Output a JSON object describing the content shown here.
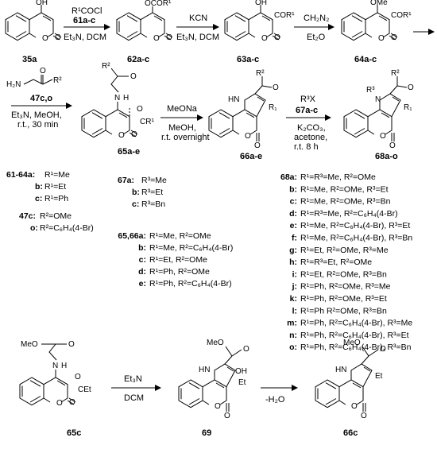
{
  "compounds": {
    "c35a": "35a",
    "c62": "62a-c",
    "c63": "63a-c",
    "c64": "64a-c",
    "c65": "65a-e",
    "c66": "66a-e",
    "c68": "68a-o",
    "c65c": "65c",
    "c69": "69",
    "c66c": "66c"
  },
  "reagents": {
    "step1_top_a": "R¹COCl",
    "step1_top_b": "61a-c",
    "step1_bottom": "Et₃N, DCM",
    "step2_top": "KCN",
    "step2_bottom": "Et₃N, DCM",
    "step3_top": "CH₂N₂",
    "step3_bottom": "Et₂O",
    "step4_top": "47c,o",
    "step4_bottom_a": "Et₃N, MeOH,",
    "step4_bottom_b": "r.t., 30 min",
    "step5_top": "MeONa",
    "step5_bottom_a": "MeOH,",
    "step5_bottom_b": "r.t. overnight",
    "step6_top_a": "R³X",
    "step6_top_b": "67a-c",
    "step6_bottom_a": "K₂CO₃,",
    "step6_bottom_b": "acetone,",
    "step6_bottom_c": "r.t. 8 h",
    "step7_top": "Et₃N",
    "step7_bottom": "DCM",
    "step8_top": "-H₂O"
  },
  "atoms": {
    "OH": "OH",
    "O": "O",
    "OMe": "OMe",
    "OCOR1": "OCOR¹",
    "COR1": "COR¹",
    "CR1": "CR¹",
    "H2N": "H₂N",
    "R1": "R¹",
    "R1sub": "R₁",
    "R2": "R²",
    "R3": "R³",
    "N": "N",
    "HN": "HN",
    "H": "H",
    "MeO": "MeO",
    "Et": "Et",
    "COEt": "CEt"
  },
  "legend": {
    "l61_label": "61-64a:",
    "l61_text": "R¹=Me",
    "l61b_label": "b:",
    "l61b_text": "R¹=Et",
    "l61c_label": "c:",
    "l61c_text": "R¹=Ph",
    "l47c_label": "47c:",
    "l47c_text": "R²=OMe",
    "l47o_label": "o:",
    "l47o_text": "R²=C₆H₄(4-Br)",
    "l67a_label": "67a:",
    "l67a_text": "R³=Me",
    "l67b_label": "b:",
    "l67b_text": "R³=Et",
    "l67c_label": "c:",
    "l67c_text": "R³=Bn",
    "l65": [
      {
        "label": "65,66a:",
        "text": "R¹=Me, R²=OMe"
      },
      {
        "label": "b:",
        "text": "R¹=Me, R²=C₆H₄(4-Br)"
      },
      {
        "label": "c:",
        "text": "R¹=Et, R²=OMe"
      },
      {
        "label": "d:",
        "text": "R¹=Ph, R²=OMe"
      },
      {
        "label": "e:",
        "text": "R¹=Ph, R²=C₆H₄(4-Br)"
      }
    ],
    "l68": [
      {
        "label": "68a:",
        "text": "R¹=R³=Me, R²=OMe"
      },
      {
        "label": "b:",
        "text": "R¹=Me, R²=OMe, R³=Et"
      },
      {
        "label": "c:",
        "text": "R¹=Me, R²=OMe, R³=Bn"
      },
      {
        "label": "d:",
        "text": "R¹=R³=Me, R²=C₆H₄(4-Br)"
      },
      {
        "label": "e:",
        "text": "R¹=Me, R²=C₆H₄(4-Br), R³=Et"
      },
      {
        "label": "f:",
        "text": "R¹=Me, R²=C₆H₄(4-Br), R³=Bn"
      },
      {
        "label": "g:",
        "text": "R¹=Et, R²=OMe, R³=Me"
      },
      {
        "label": "h:",
        "text": "R¹=R³=Et, R²=OMe"
      },
      {
        "label": "i:",
        "text": "R¹=Et, R²=OMe, R³=Bn"
      },
      {
        "label": "j:",
        "text": "R¹=Ph, R²=OMe, R³=Me"
      },
      {
        "label": "k:",
        "text": "R¹=Ph, R²=OMe, R³=Et"
      },
      {
        "label": "l:",
        "text": "R¹=Ph R²=OMe, R³=Bn"
      },
      {
        "label": "m:",
        "text": "R¹=Ph, R²=C₆H₄(4-Br), R³=Me"
      },
      {
        "label": "n:",
        "text": "R¹=Ph, R²=C₆H₄(4-Br), R³=Et"
      },
      {
        "label": "o:",
        "text": "R¹=Ph, R²=C₆H₄(4-Br), R³=Bn"
      }
    ]
  }
}
